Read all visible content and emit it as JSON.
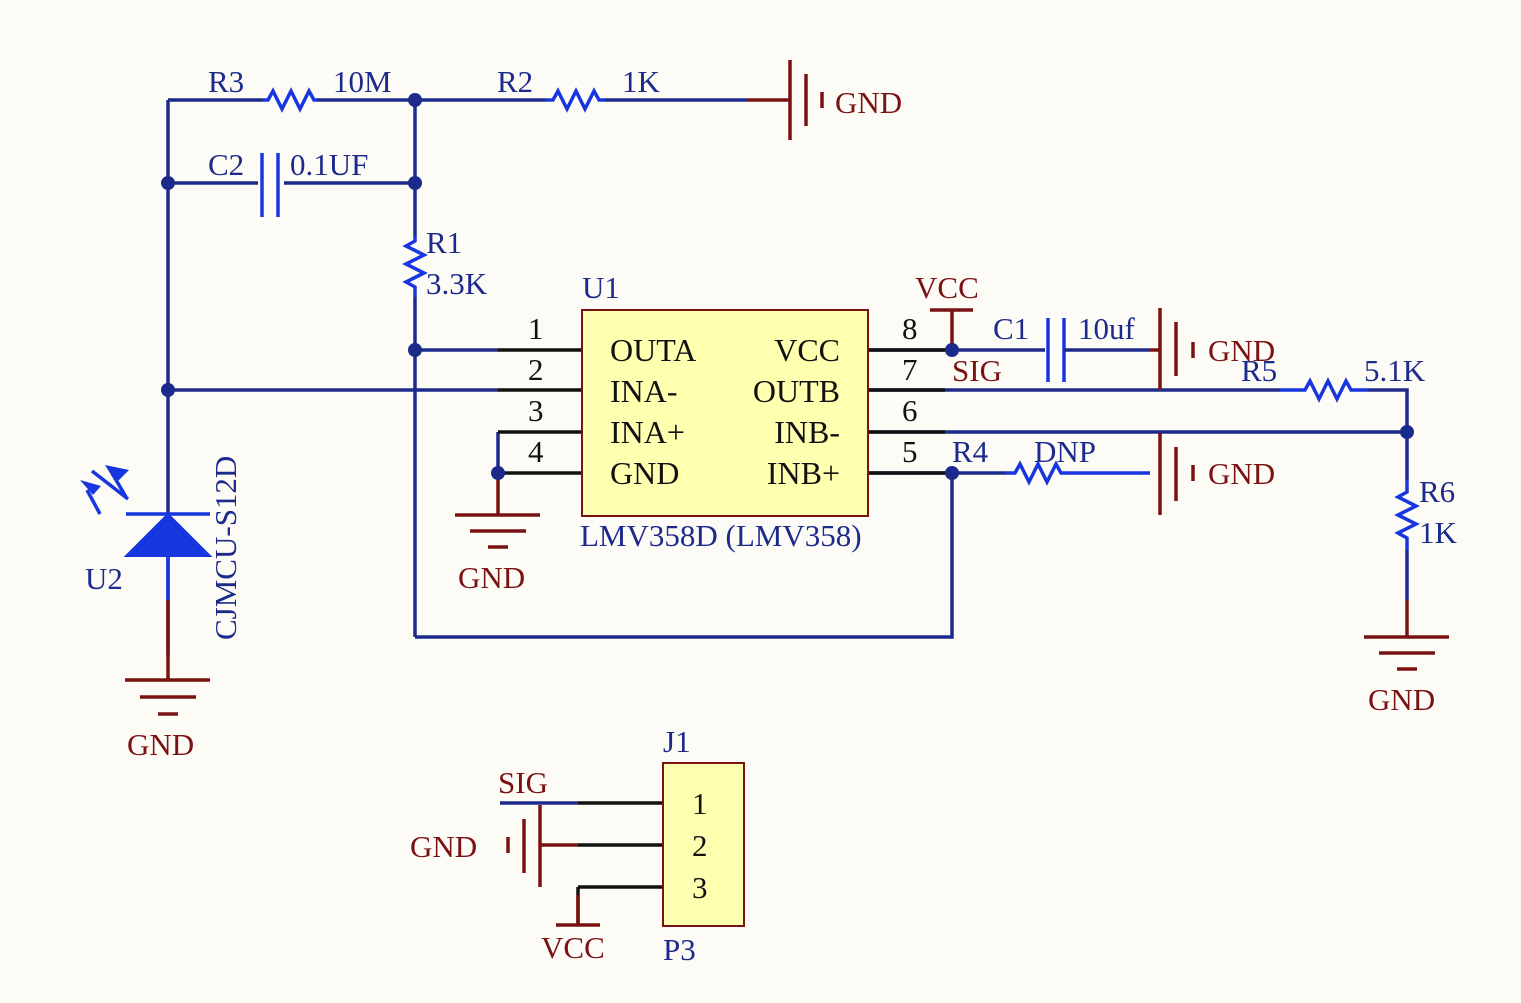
{
  "components": {
    "r3": {
      "ref": "R3",
      "value": "10M"
    },
    "r2": {
      "ref": "R2",
      "value": "1K"
    },
    "c2": {
      "ref": "C2",
      "value": "0.1UF"
    },
    "r1": {
      "ref": "R1",
      "value": "3.3K"
    },
    "c1": {
      "ref": "C1",
      "value": "10uf"
    },
    "r5": {
      "ref": "R5",
      "value": "5.1K"
    },
    "r4": {
      "ref": "R4",
      "value": "DNP"
    },
    "r6": {
      "ref": "R6",
      "value": "1K"
    },
    "u2": {
      "ref": "U2",
      "value": "CJMCU-S12D"
    },
    "u1": {
      "ref": "U1",
      "part": "LMV358D (LMV358)",
      "pins_left": [
        {
          "num": "1",
          "name": "OUTA"
        },
        {
          "num": "2",
          "name": "INA-"
        },
        {
          "num": "3",
          "name": "INA+"
        },
        {
          "num": "4",
          "name": "GND"
        }
      ],
      "pins_right": [
        {
          "num": "8",
          "name": "VCC"
        },
        {
          "num": "7",
          "name": "OUTB"
        },
        {
          "num": "6",
          "name": "INB-"
        },
        {
          "num": "5",
          "name": "INB+"
        }
      ]
    },
    "j1": {
      "ref": "J1",
      "value": "P3",
      "pins": [
        "1",
        "2",
        "3"
      ]
    }
  },
  "nets": {
    "gnd": "GND",
    "vcc": "VCC",
    "sig": "SIG"
  },
  "colors": {
    "background": "#fdfbf5",
    "wire": "#1c2a8c",
    "component": "#1836e0",
    "power": "#7a1212",
    "chip_fill": "#ffffb0"
  }
}
